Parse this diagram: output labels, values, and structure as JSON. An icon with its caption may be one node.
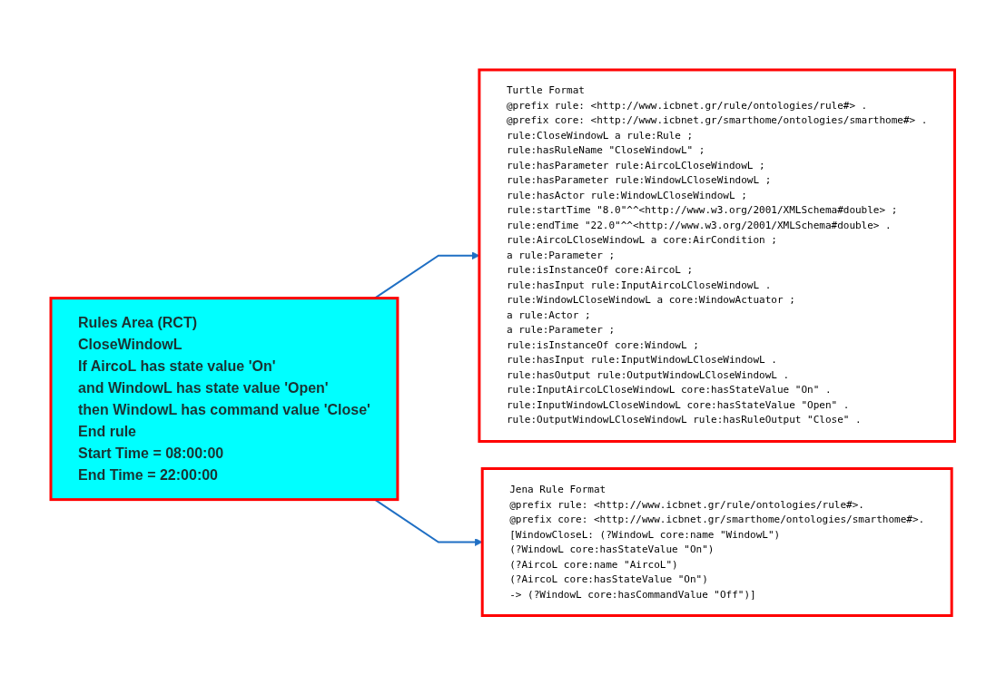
{
  "diagram": {
    "nodes": [
      {
        "text": [
          "Rules Area (RCT)",
          "CloseWindowL",
          "If AircoL has state value 'On'",
          "and WindowL has state value 'Open'",
          "then WindowL has command value 'Close'",
          "End rule",
          "Start Time = 08:00:00",
          "End Time = 22:00:00"
        ]
      },
      {
        "text": [
          "Turtle Format",
          "@prefix rule: <http://www.icbnet.gr/rule/ontologies/rule#> .",
          "@prefix core: <http://www.icbnet.gr/smarthome/ontologies/smarthome#> .",
          "rule:CloseWindowL a rule:Rule ;",
          "rule:hasRuleName \"CloseWindowL\" ;",
          "rule:hasParameter rule:AircoLCloseWindowL ;",
          "rule:hasParameter rule:WindowLCloseWindowL ;",
          "rule:hasActor rule:WindowLCloseWindowL ;",
          "rule:startTime \"8.0\"^^<http://www.w3.org/2001/XMLSchema#double> ;",
          "rule:endTime \"22.0\"^^<http://www.w3.org/2001/XMLSchema#double> .",
          "rule:AircoLCloseWindowL a core:AirCondition ;",
          "a rule:Parameter ;",
          "rule:isInstanceOf core:AircoL ;",
          "rule:hasInput rule:InputAircoLCloseWindowL .",
          "rule:WindowLCloseWindowL a core:WindowActuator ;",
          "a rule:Actor ;",
          "a rule:Parameter ;",
          "rule:isInstanceOf core:WindowL ;",
          "rule:hasInput rule:InputWindowLCloseWindowL .",
          "rule:hasOutput rule:OutputWindowLCloseWindowL .",
          "rule:InputAircoLCloseWindowL core:hasStateValue \"On\" .",
          "rule:InputWindowLCloseWindowL core:hasStateValue \"Open\" .",
          "rule:OutputWindowLCloseWindowL rule:hasRuleOutput \"Close\" ."
        ]
      },
      {
        "text": [
          "Jena Rule Format",
          "@prefix rule: <http://www.icbnet.gr/rule/ontologies/rule#>.",
          "@prefix core: <http://www.icbnet.gr/smarthome/ontologies/smarthome#>.",
          "[WindowCloseL: (?WindowL core:name \"WindowL\")",
          "(?WindowL core:hasStateValue \"On\")",
          "(?AircoL core:name \"AircoL\")",
          "(?AircoL core:hasStateValue \"On\")",
          "-> (?WindowL core:hasCommandValue \"Off\")]"
        ]
      }
    ],
    "edges": [
      {
        "from": 0,
        "to": 1,
        "arrow": "to"
      },
      {
        "from": 0,
        "to": 2,
        "arrow": "to"
      }
    ]
  }
}
